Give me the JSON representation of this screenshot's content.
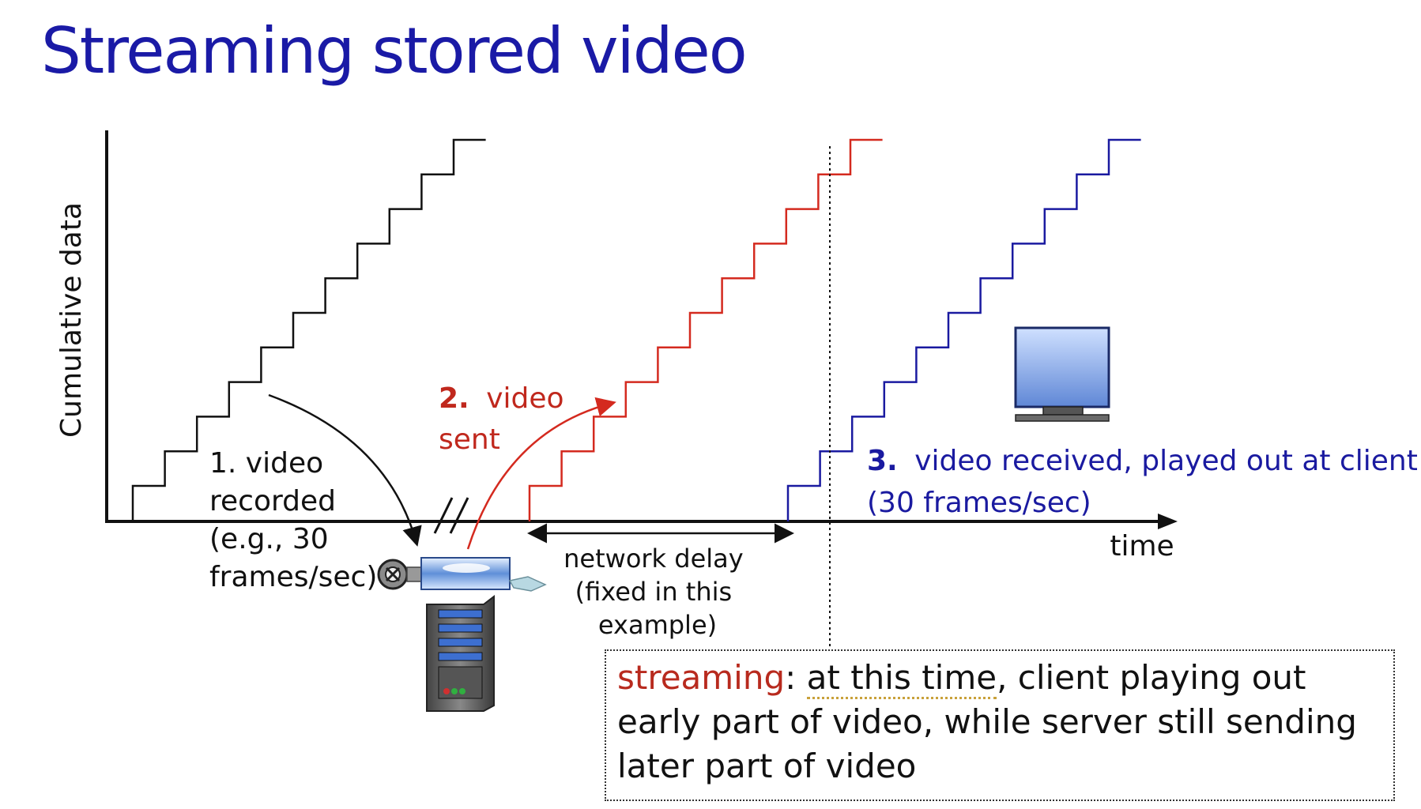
{
  "title": "Streaming stored video",
  "axes": {
    "y_label": "Cumulative data",
    "x_label": "time"
  },
  "steps": {
    "recorded": {
      "color": "#111111",
      "n": 11
    },
    "sent": {
      "color": "#d42a1f",
      "n": 11
    },
    "received": {
      "color": "#1a1aa0",
      "n": 11
    }
  },
  "labels": {
    "recorded": [
      "1.  video",
      "recorded",
      "(e.g., 30",
      "frames/sec)"
    ],
    "sent_num": "2.",
    "sent": [
      "video",
      "sent"
    ],
    "received_num": "3.",
    "received": [
      "video received, played out at client",
      "(30 frames/sec)"
    ],
    "network_delay": [
      "network delay",
      "(fixed in this",
      "example)"
    ]
  },
  "callout": {
    "keyword": "streaming",
    "part1": ": ",
    "underlined": "at this time",
    "part2": ", client  playing out early part of video, while server still sending later part of video"
  },
  "colors": {
    "title": "#1a1aa6",
    "recorded": "#111111",
    "sent": "#d42a1f",
    "received": "#1a1aa0",
    "keyword": "#b82a1e"
  },
  "icons": [
    "film-reel-icon",
    "video-camera-icon",
    "server-icon",
    "monitor-icon"
  ]
}
